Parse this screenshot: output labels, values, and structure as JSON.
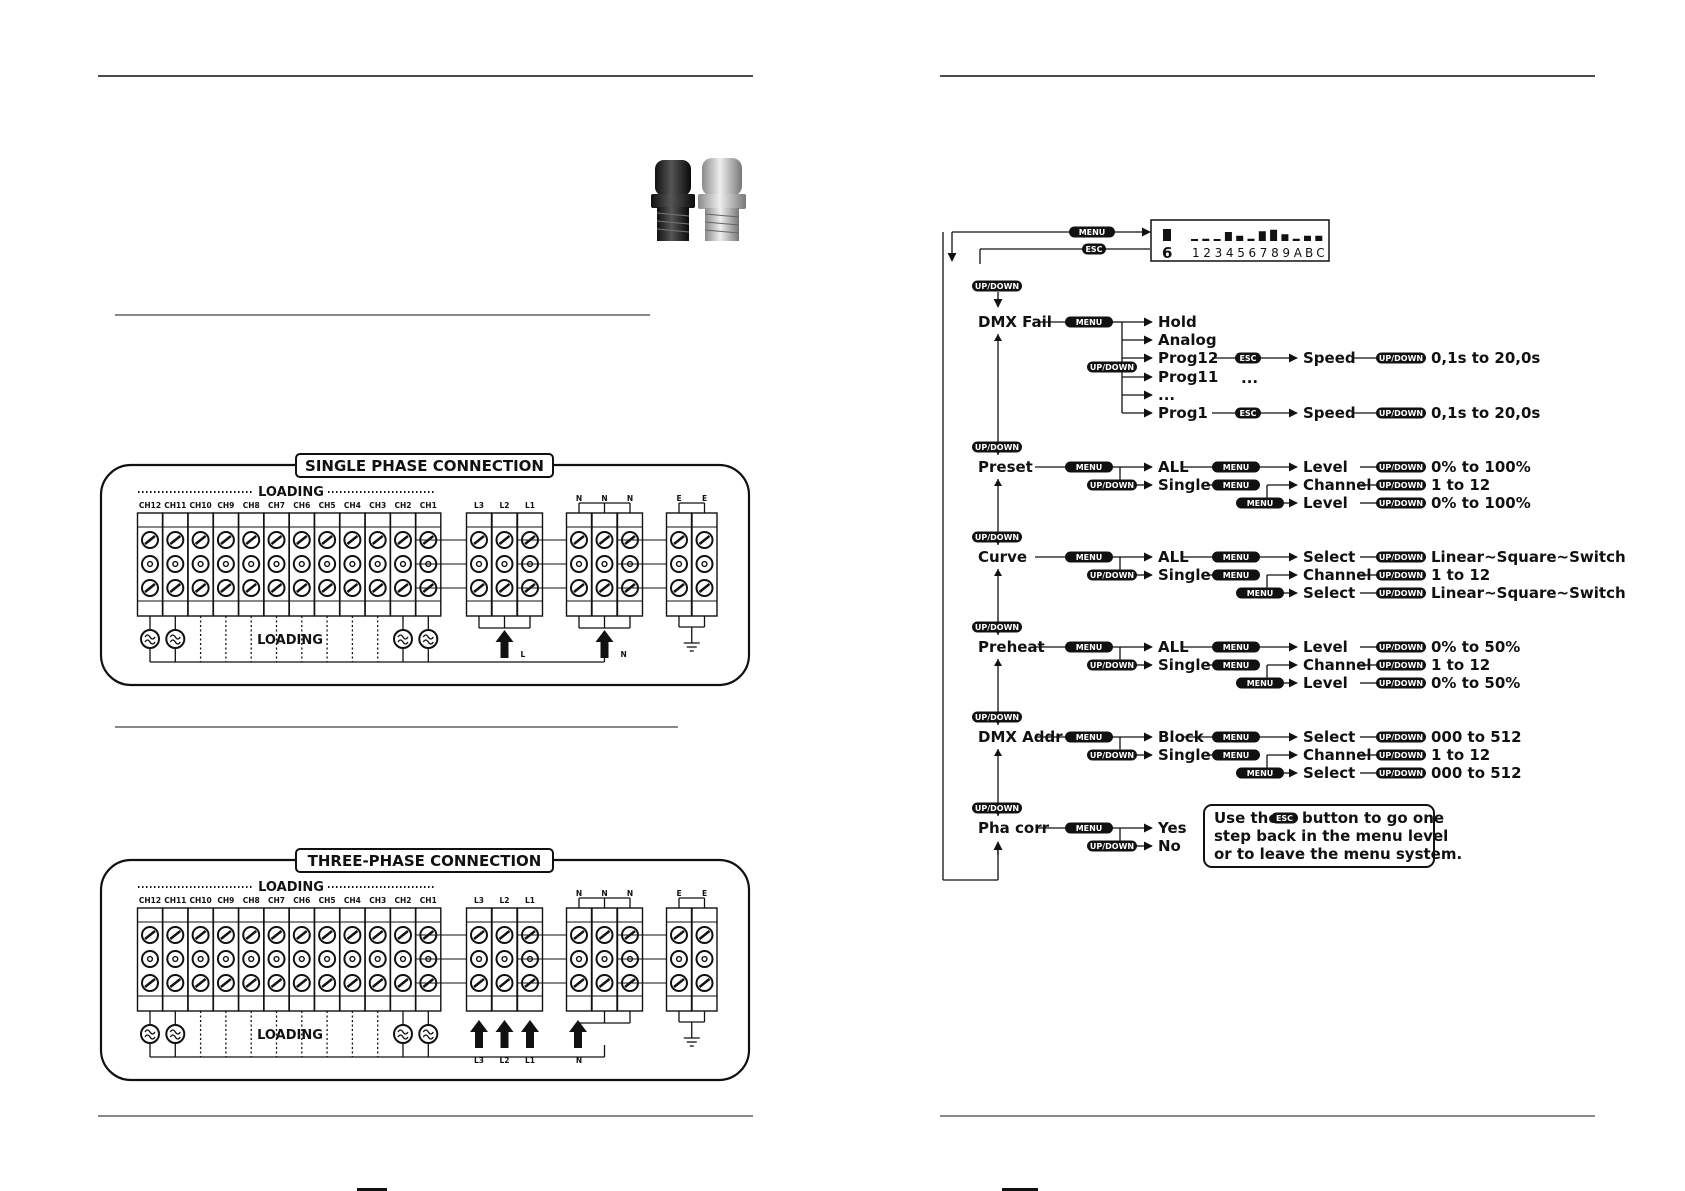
{
  "wiring": {
    "panels": [
      {
        "title": "SINGLE PHASE CONNECTION",
        "loading_top": "LOADING",
        "loading_bottom": "LOADING",
        "channels": [
          "CH12",
          "CH11",
          "CH10",
          "CH9",
          "CH8",
          "CH7",
          "CH6",
          "CH5",
          "CH4",
          "CH3",
          "CH2",
          "CH1"
        ],
        "phase_labels": [
          "L3",
          "L2",
          "L1"
        ],
        "neutral_labels": [
          "N",
          "N",
          "N"
        ],
        "earth_labels": [
          "E",
          "E"
        ],
        "arrow_labels": [
          "L",
          "N"
        ]
      },
      {
        "title": "THREE-PHASE CONNECTION",
        "loading_top": "LOADING",
        "loading_bottom": "LOADING",
        "channels": [
          "CH12",
          "CH11",
          "CH10",
          "CH9",
          "CH8",
          "CH7",
          "CH6",
          "CH5",
          "CH4",
          "CH3",
          "CH2",
          "CH1"
        ],
        "phase_labels": [
          "L3",
          "L2",
          "L1"
        ],
        "neutral_labels": [
          "N",
          "N",
          "N"
        ],
        "earth_labels": [
          "E",
          "E"
        ],
        "arrow_labels": [
          "L3",
          "L2",
          "L1",
          "N"
        ]
      }
    ]
  },
  "menu": {
    "display_digit": "6",
    "display_channels": "123456789ABC",
    "display_levels": [
      0.0,
      0.15,
      0.0,
      0.6,
      0.35,
      0.15,
      0.65,
      0.75,
      0.45,
      0.15,
      0.35,
      0.35
    ],
    "keys": {
      "menu": "MENU",
      "esc": "ESC",
      "updown": "UP/DOWN"
    },
    "items": [
      {
        "name": "DMX Fail",
        "options": [
          "Hold",
          "Analog",
          "Prog12",
          "Prog11",
          "...",
          "Prog1"
        ],
        "prog_rows": [
          {
            "label": "Speed",
            "range": "0,1s to 20,0s"
          },
          {
            "label": "Speed",
            "range": "0,1s to 20,0s"
          }
        ],
        "ellipsis": "..."
      },
      {
        "name": "Preset",
        "rows": [
          {
            "first": "ALL",
            "param": "Level",
            "range": "0% to 100%"
          },
          {
            "first": "Single",
            "param": "Channel",
            "range": "1 to 12"
          },
          {
            "first": "",
            "param": "Level",
            "range": "0% to 100%"
          }
        ]
      },
      {
        "name": "Curve",
        "rows": [
          {
            "first": "ALL",
            "param": "Select",
            "range": "Linear~Square~Switch"
          },
          {
            "first": "Single",
            "param": "Channel",
            "range": "1 to 12"
          },
          {
            "first": "",
            "param": "Select",
            "range": "Linear~Square~Switch"
          }
        ]
      },
      {
        "name": "Preheat",
        "rows": [
          {
            "first": "ALL",
            "param": "Level",
            "range": "0% to 50%"
          },
          {
            "first": "Single",
            "param": "Channel",
            "range": "1 to 12"
          },
          {
            "first": "",
            "param": "Level",
            "range": "0% to 50%"
          }
        ]
      },
      {
        "name": "DMX Addr",
        "rows": [
          {
            "first": "Block",
            "param": "Select",
            "range": "000 to 512"
          },
          {
            "first": "Single",
            "param": "Channel",
            "range": "1 to 12"
          },
          {
            "first": "",
            "param": "Select",
            "range": "000 to 512"
          }
        ]
      },
      {
        "name": "Pha corr",
        "options": [
          "Yes",
          "No"
        ]
      }
    ],
    "note": [
      "Use the",
      "button to go one",
      "step back in the menu level",
      "or to leave the menu system."
    ]
  }
}
